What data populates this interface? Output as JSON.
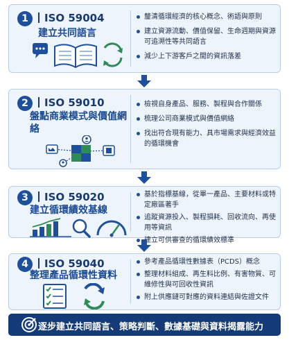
{
  "sections": [
    {
      "number": "1",
      "standard": "ISO 59004",
      "title": "建立共同語言",
      "icon": "book-chat-cycle-icon",
      "bullets": [
        "釐清循環經濟的核心概念、術語與原則",
        "建立資源流動、價值保留、生命週期與資源可追溯性等共同語言",
        "減少上下游客戶之間的資訊落差"
      ]
    },
    {
      "number": "2",
      "standard": "ISO 59010",
      "title": "盤點商業模式與價值網絡",
      "icon": "puzzle-network-icon",
      "bullets": [
        "檢視自身產品、服務、製程與合作關係",
        "梳理公司商業模式與價值網絡",
        "找出符合現有能力、具市場需求與經濟效益的循環機會"
      ]
    },
    {
      "number": "3",
      "standard": "ISO 59020",
      "title": "建立循環績效基線",
      "icon": "chart-magnifier-gauge-icon",
      "bullets": [
        "基於指標基線，從單一產品、主要材料或特定廠區著手",
        "追蹤資源投入、製程損耗、回收流向、再使用等資訊",
        "建立可供審查的循環績效標準"
      ]
    },
    {
      "number": "4",
      "standard": "ISO 59040",
      "title": "整理產品循環性資料",
      "icon": "checklist-recycle-icon",
      "bullets": [
        "參考產品循環性數據表（PCDS）概念",
        "整理材料組成、再生料比例、有害物質、可維修性與可回收性資訊",
        "附上供應鏈可對應的資料連結與佐證文件"
      ]
    }
  ],
  "footer": {
    "icon": "target-icon",
    "text": "逐步建立共同語言、策略判斷、數據基礎與資料揭露能力"
  },
  "colors": {
    "primary": "#1d4f9c",
    "dark": "#143a78",
    "card_bg": "#eef4fb",
    "border": "#b8cce6"
  }
}
